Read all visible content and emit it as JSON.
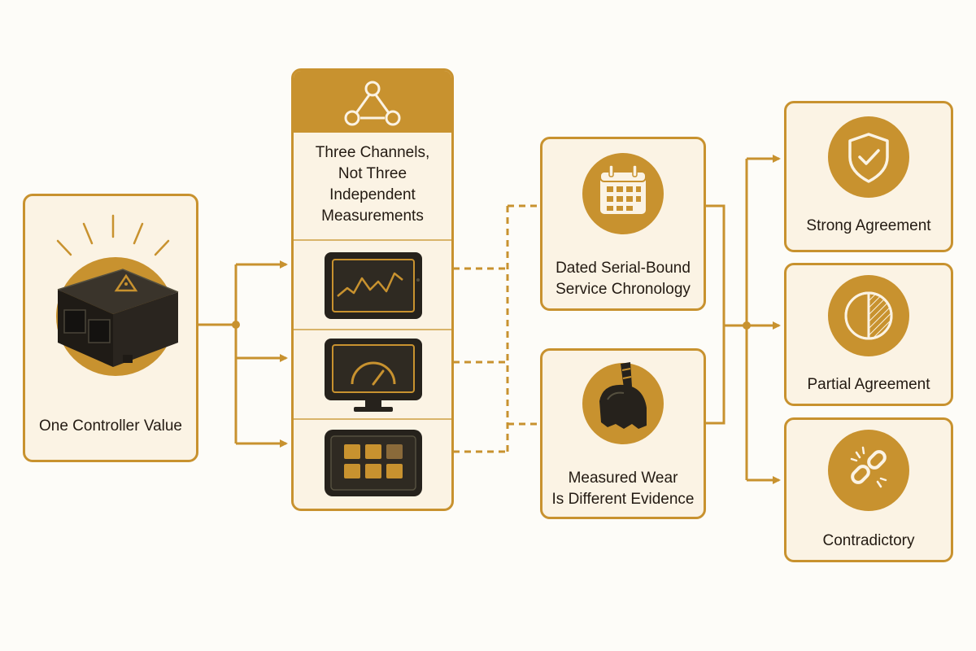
{
  "diagram": {
    "source": {
      "label": "One Controller Value",
      "icon": "controller-box-icon"
    },
    "channels": {
      "title": "Three Channels,\nNot Three\nIndependent\nMeasurements",
      "header_icon": "branch-nodes-icon",
      "items": [
        {
          "icon": "trend-monitor-icon"
        },
        {
          "icon": "gauge-monitor-icon"
        },
        {
          "icon": "button-grid-panel-icon"
        }
      ]
    },
    "evidence": [
      {
        "label": "Dated Serial-Bound\nService Chronology",
        "icon": "calendar-icon"
      },
      {
        "label": "Measured Wear\nIs Different Evidence",
        "icon": "excavator-bucket-icon"
      }
    ],
    "outcomes": [
      {
        "label": "Strong Agreement",
        "icon": "shield-check-icon"
      },
      {
        "label": "Partial Agreement",
        "icon": "half-circle-icon"
      },
      {
        "label": "Contradictory",
        "icon": "broken-chain-icon"
      }
    ],
    "colors": {
      "accent": "#c8922f",
      "card": "#fbf3e4",
      "dark": "#26221c"
    }
  }
}
